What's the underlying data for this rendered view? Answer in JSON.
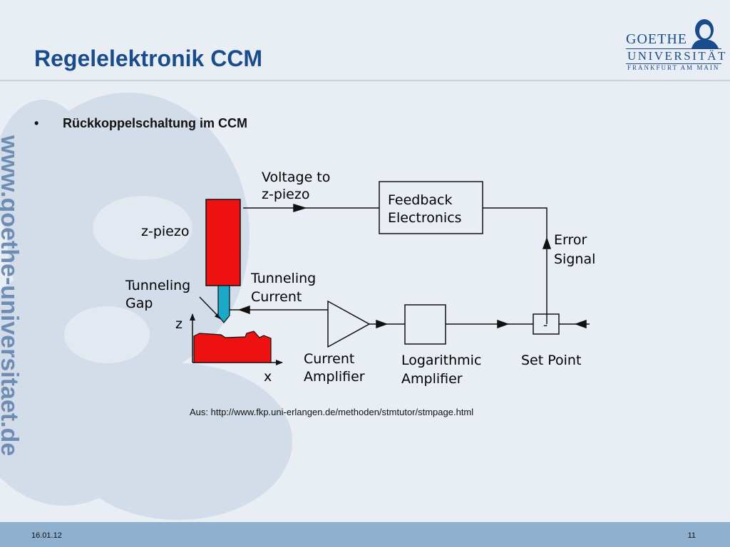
{
  "slide": {
    "title": "Regelelektronik CCM",
    "bullet": "Rückkoppelschaltung im CCM",
    "bullet_marker": "•",
    "watermark_url": "www.goethe-universitaet.de",
    "source": "Aus: http://www.fkp.uni-erlangen.de/methoden/stmtutor/stmpage.html",
    "footer_date": "16.01.12",
    "page_number": "11"
  },
  "logo": {
    "line1": "GOETHE",
    "line2": "UNIVERSITÄT",
    "line3": "FRANKFURT AM MAIN"
  },
  "diagram": {
    "voltage_line1": "Voltage to",
    "voltage_line2": "z-piezo",
    "feedback_line1": "Feedback",
    "feedback_line2": "Electronics",
    "zpiezo": "z-piezo",
    "error_line1": "Error",
    "error_line2": "Signal",
    "tunneling_gap_line1": "Tunneling",
    "tunneling_gap_line2": "Gap",
    "tunneling_current_line1": "Tunneling",
    "tunneling_current_line2": "Current",
    "axis_z": "z",
    "axis_x": "x",
    "current_amp_line1": "Current",
    "current_amp_line2": "Amplifier",
    "log_amp_line1": "Logarithmic",
    "log_amp_line2": "Amplifier",
    "set_point": "Set Point",
    "minus": "-"
  },
  "colors": {
    "accent": "#1a4c8c",
    "piezo_red": "#ee1111",
    "footer_bar": "#8fb0cf",
    "background": "#e9eef4"
  }
}
